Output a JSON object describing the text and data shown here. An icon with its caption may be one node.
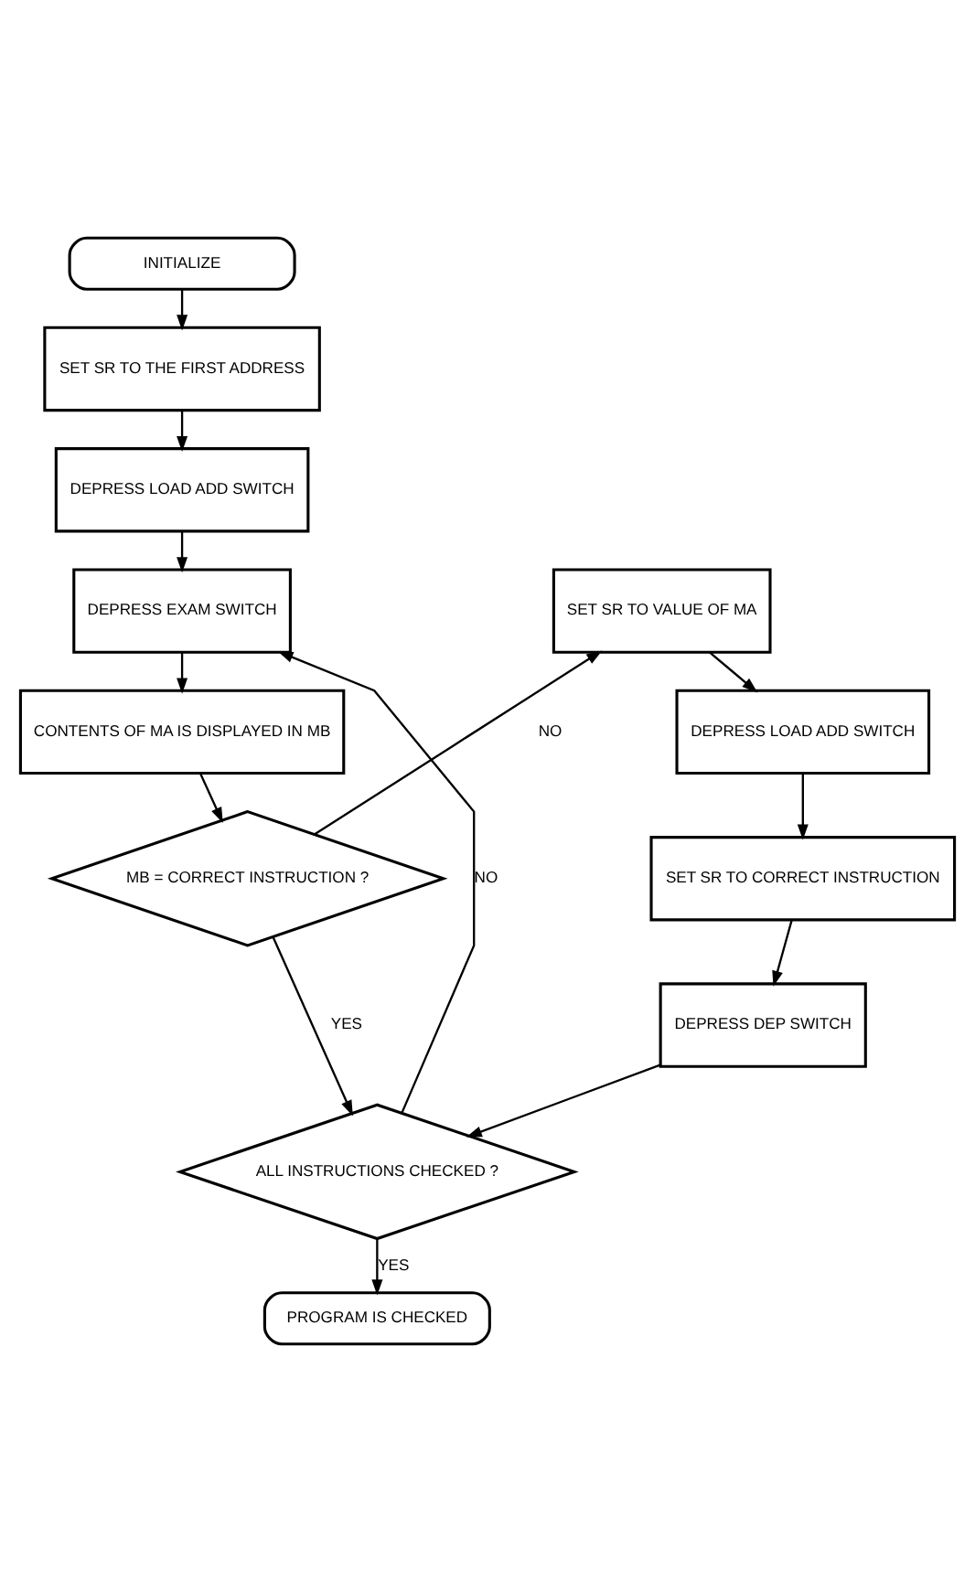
{
  "diagram": {
    "nodes": [
      {
        "text": [
          "INITIALIZE"
        ]
      },
      {
        "text": [
          "SET SR TO THE FIRST ADDRESS"
        ]
      },
      {
        "text": [
          "DEPRESS LOAD ADD SWITCH"
        ]
      },
      {
        "text": [
          "DEPRESS EXAM SWITCH"
        ]
      },
      {
        "text": [
          "CONTENTS OF MA IS DISPLAYED IN MB"
        ]
      },
      {
        "text": [
          "MB = CORRECT INSTRUCTION ?"
        ]
      },
      {
        "text": [
          "SET SR TO VALUE OF MA"
        ]
      },
      {
        "text": [
          "DEPRESS LOAD ADD SWITCH"
        ]
      },
      {
        "text": [
          "SET SR TO CORRECT INSTRUCTION"
        ]
      },
      {
        "text": [
          "DEPRESS DEP SWITCH"
        ]
      },
      {
        "text": [
          "ALL INSTRUCTIONS CHECKED ?"
        ]
      },
      {
        "text": [
          "PROGRAM IS CHECKED"
        ]
      }
    ],
    "edges": [
      {
        "from": 0,
        "to": 1,
        "arrow": "to"
      },
      {
        "from": 1,
        "to": 2,
        "arrow": "to"
      },
      {
        "from": 2,
        "to": 3,
        "arrow": "to"
      },
      {
        "from": 3,
        "to": 4,
        "arrow": "to"
      },
      {
        "from": 4,
        "to": 5,
        "arrow": "to"
      },
      {
        "from": 5,
        "to": 6,
        "label": "NO",
        "arrow": "to"
      },
      {
        "from": 6,
        "to": 7,
        "arrow": "to"
      },
      {
        "from": 7,
        "to": 8,
        "arrow": "to"
      },
      {
        "from": 8,
        "to": 9,
        "arrow": "to"
      },
      {
        "from": 5,
        "to": 10,
        "label": "YES",
        "arrow": "to"
      },
      {
        "from": 9,
        "to": 10,
        "arrow": "to"
      },
      {
        "from": 10,
        "to": 3,
        "label": "NO",
        "arrow": "to"
      },
      {
        "from": 10,
        "to": 11,
        "label": "YES",
        "arrow": "to"
      }
    ]
  }
}
